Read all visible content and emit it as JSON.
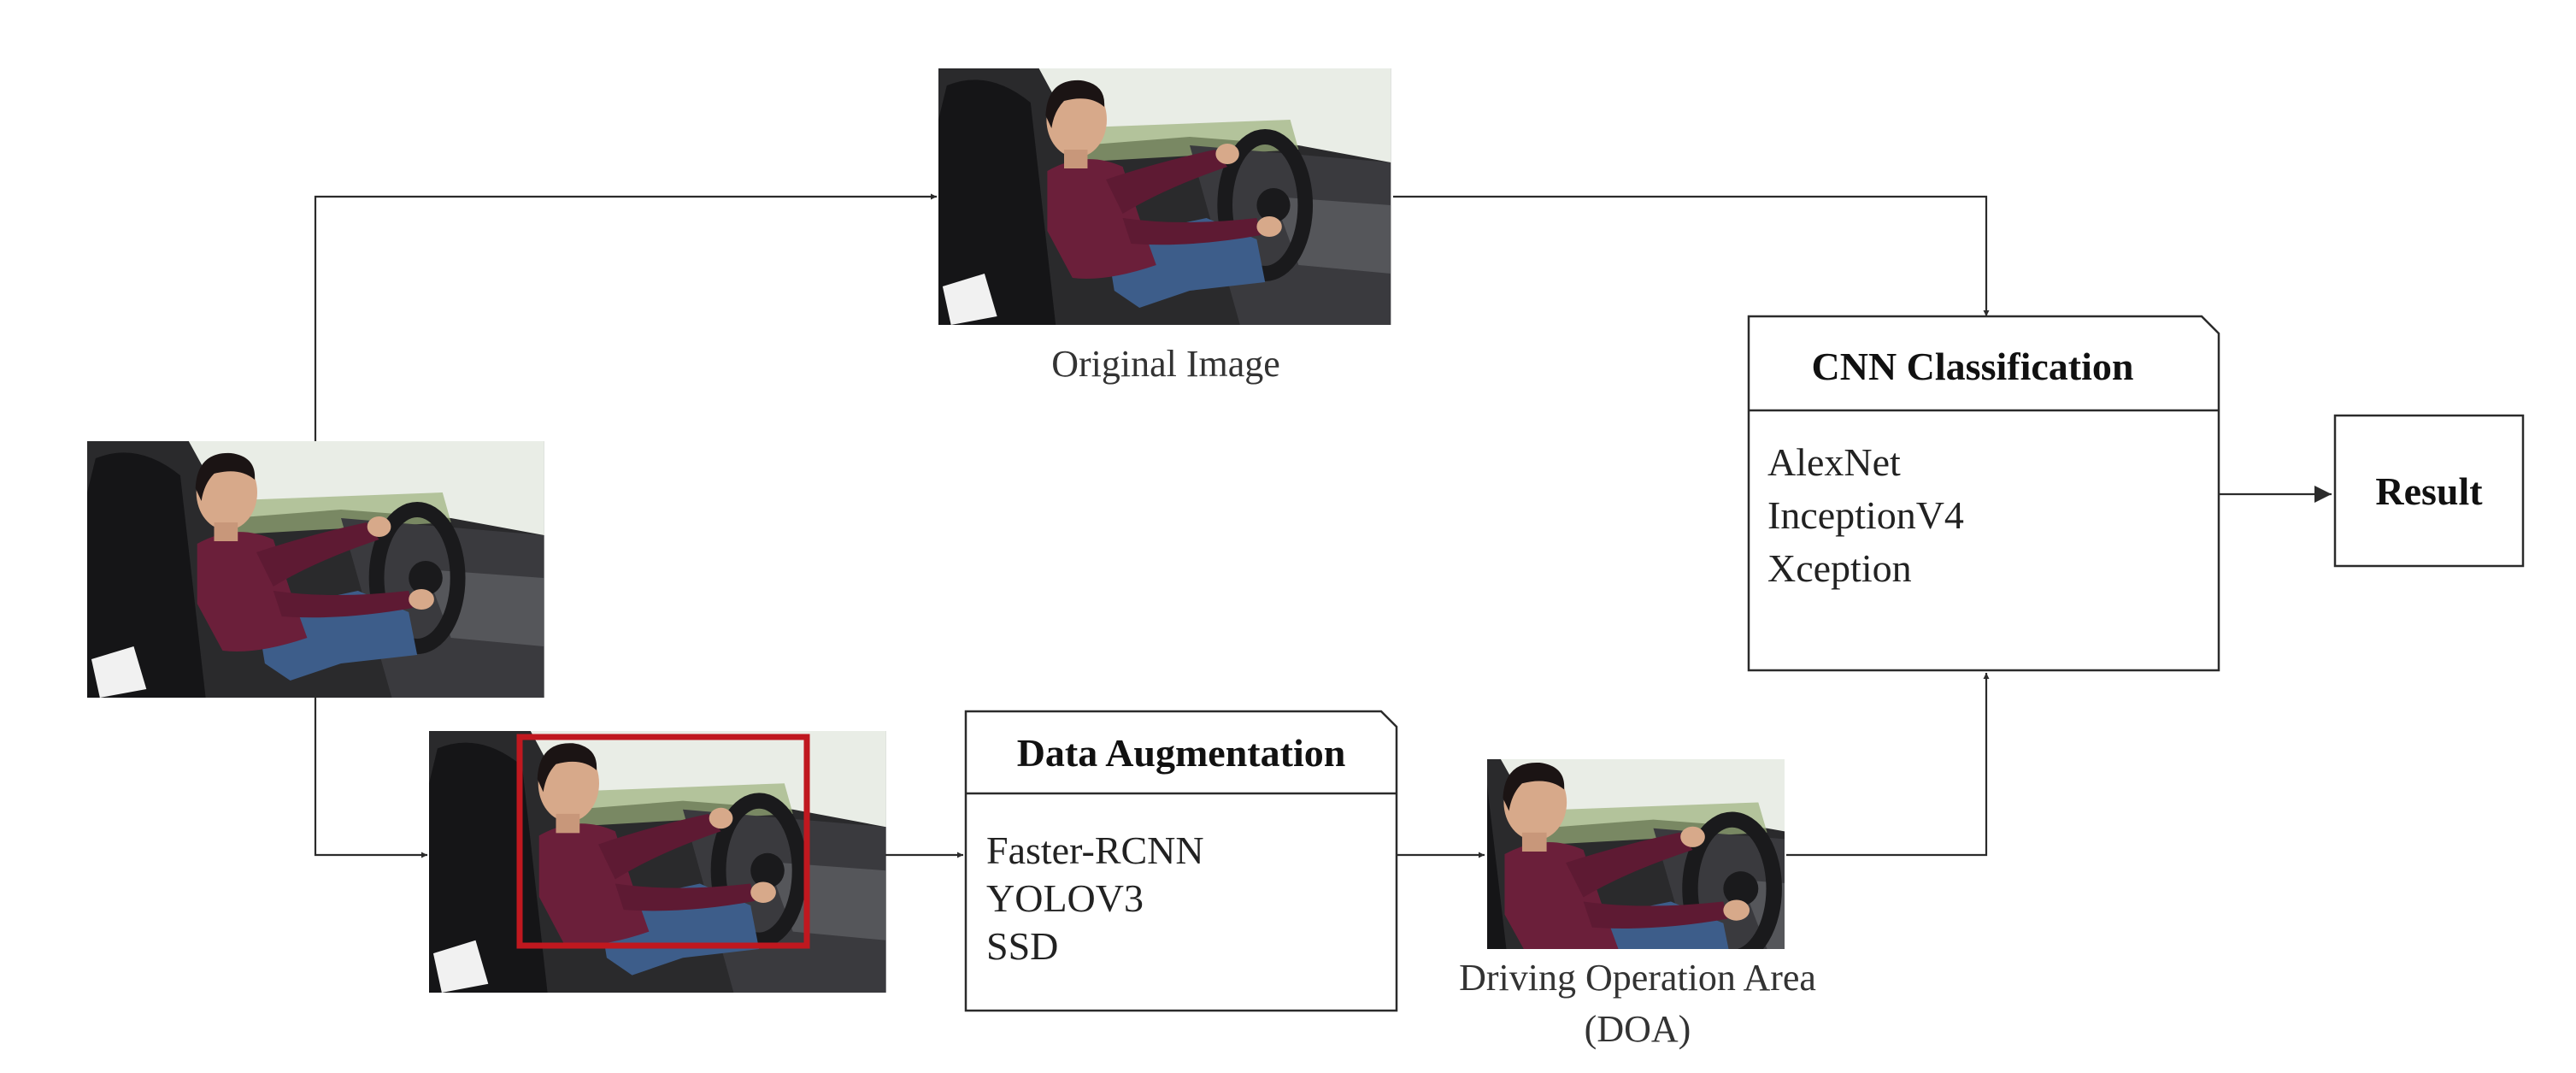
{
  "labels": {
    "original_image": "Original Image",
    "doa_line1": "Driving Operation Area",
    "doa_line2": "(DOA)",
    "result": "Result"
  },
  "data_augmentation": {
    "title": "Data Augmentation",
    "items": [
      "Faster-RCNN",
      "YOLOV3",
      "SSD"
    ]
  },
  "cnn_classification": {
    "title": "CNN Classification",
    "items": [
      "AlexNet",
      "InceptionV4",
      "Xception"
    ]
  },
  "colors": {
    "line": "#2b2b2b",
    "detection_box": "#c0181f",
    "shirt": "#6b1f3a",
    "jeans": "#3d5d8a",
    "car_interior": "#2a2a2c",
    "window": "#e9ede6",
    "skin": "#d7a98a"
  },
  "icons": {
    "driver_photo": "driver-photo-icon",
    "detection_box": "bounding-box-icon",
    "arrowhead": "arrowhead-icon"
  }
}
